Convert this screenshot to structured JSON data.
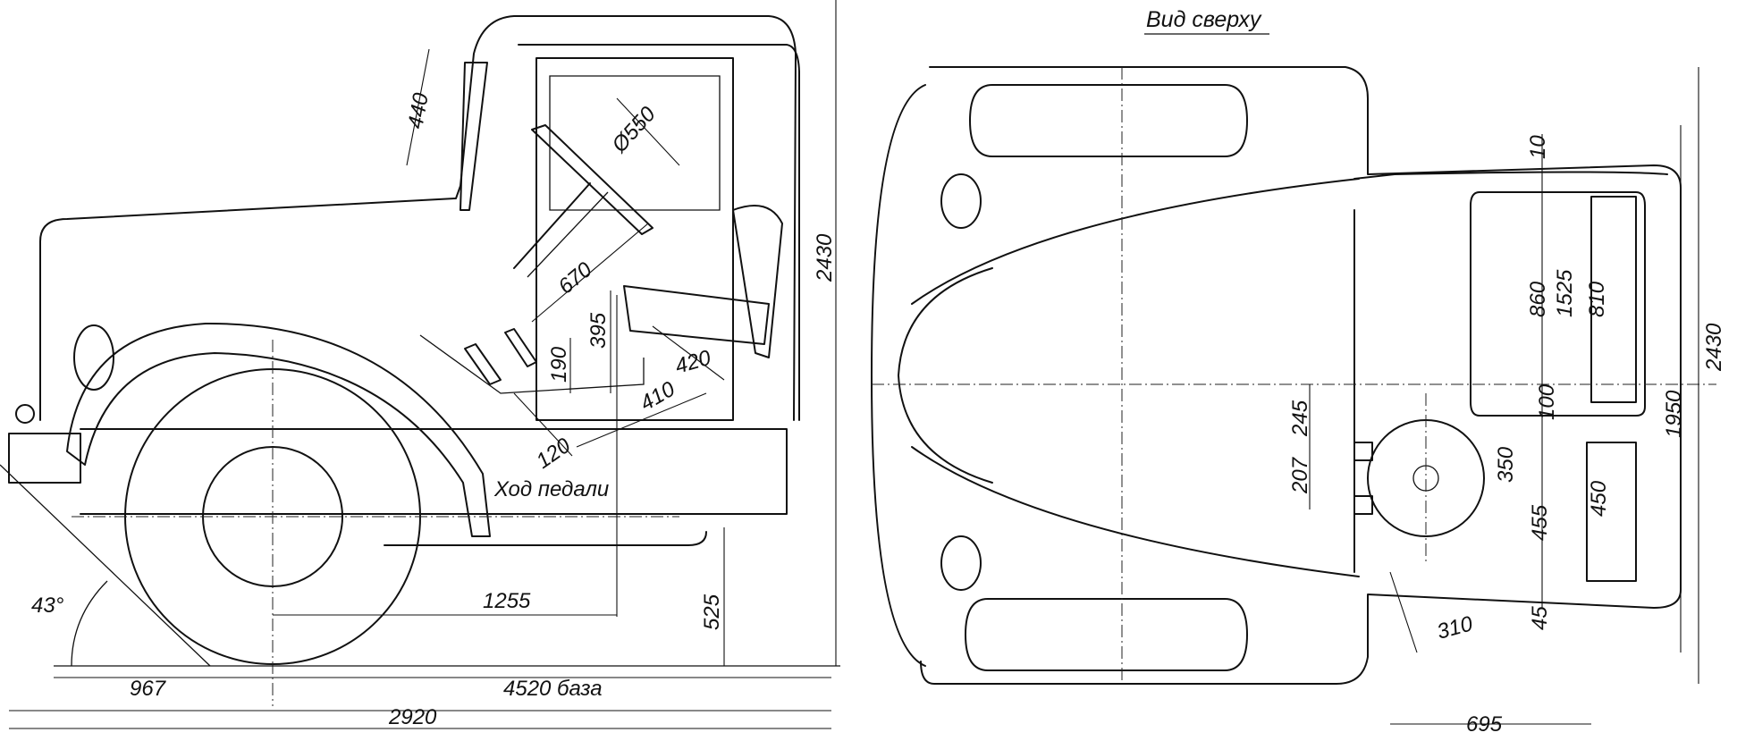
{
  "side_view": {
    "dims": {
      "windshield_height": "440",
      "steering_wheel_diameter": "Ø550",
      "cab_height": "2430",
      "steering_to_seat": "670",
      "seat_height": "395",
      "pedal_height": "190",
      "seat_depth": "420",
      "pedal_to_seat": "410",
      "pedal_travel_dim": "120",
      "seat_to_axle": "1255",
      "frame_height": "525",
      "front_overhang": "967",
      "wheelbase": "4520 база",
      "length_to_cab_rear": "2920",
      "approach_angle": "43°"
    },
    "pedal_travel_label": "Ход педали"
  },
  "top_view": {
    "title": "Вид сверху",
    "dims": {
      "gap_top": "10",
      "seat_back_width": "860",
      "cab_inner_width": "1525",
      "seat_cushion_width": "810",
      "overall_width": "2430",
      "track_width": "1950",
      "pedal_spacing_a": "245",
      "pedal_spacing_b": "207",
      "seat_gap": "100",
      "steering_offset": "350",
      "driver_seat_width": "455",
      "driver_cushion_width": "450",
      "seat_to_rear": "45",
      "wheel_to_pedal": "310",
      "rear_panel_width": "695"
    }
  }
}
